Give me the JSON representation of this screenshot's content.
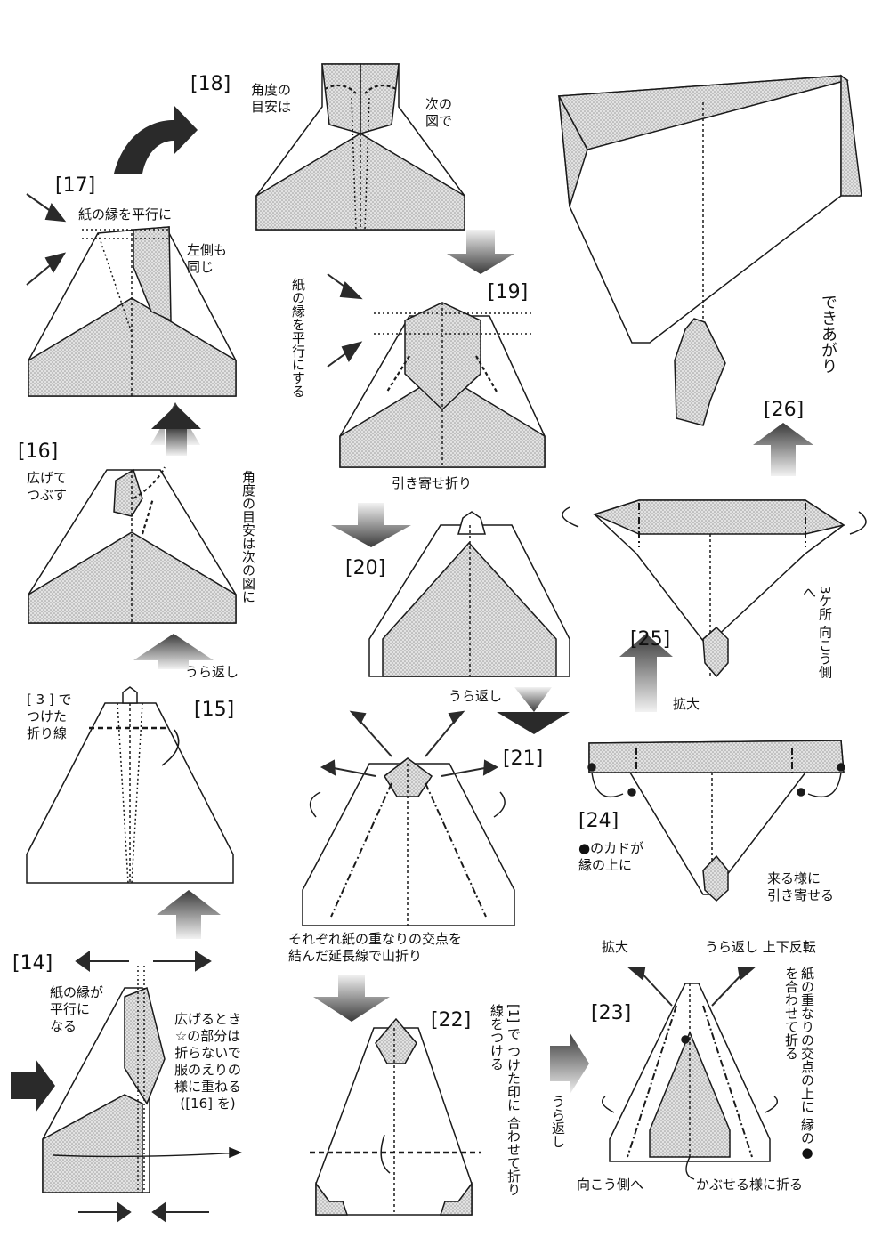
{
  "steps": {
    "s14": {
      "num": "[14]",
      "edge_parallel": "紙の縁が\n平行に\nなる",
      "when_open": "広げるとき\n☆の部分は\n折らないで\n服のえりの\n様に重ねる\n([16] を)"
    },
    "s15": {
      "num": "[15]",
      "crease_ref": "[ 3 ] で\nつけた\n折り線"
    },
    "s16": {
      "num": "[16]",
      "open_squash": "広げて\nつぶす",
      "angle_hint": "角度の目安は次の図に",
      "flip": "うら返し"
    },
    "s17": {
      "num": "[17]",
      "edge_parallel": "紙の縁を平行に",
      "left_same": "左側も\n同じ"
    },
    "s18": {
      "num": "[18]",
      "angle_hint": "角度の\n目安は",
      "next_fig": "次の\n図で"
    },
    "s19": {
      "num": "[19]",
      "edge_parallel_do": "紙の縁を平行にする",
      "pull_fold": "引き寄せ折り"
    },
    "s20": {
      "num": "[20]",
      "flip": "うら返し"
    },
    "s21": {
      "num": "[21]",
      "mountain_fold": "それぞれ紙の重なりの交点を\n結んだ延長線で山折り"
    },
    "s22": {
      "num": "[22]",
      "crease": "[1] で つけた印に 合わせて折り線をつける"
    },
    "s23": {
      "num": "[23]",
      "flip": "うら返し",
      "fold_to_dot": "紙の重なりの交点の上に 縁の●を合わせて折る",
      "behind": "向こう側へ",
      "cover_fold": "かぶせる様に折る"
    },
    "s24": {
      "num": "[24]",
      "corner_on_edge": "●のカドが\n縁の上に",
      "pull_in": "来る様に\n引き寄せる",
      "enlarge": "拡大",
      "flip_rotate": "うら返し 上下反転"
    },
    "s25": {
      "num": "[25]",
      "three_behind": "3ケ所 向こう側へ",
      "enlarge": "拡大"
    },
    "s26": {
      "num": "[26]",
      "done": "できあがり"
    }
  },
  "colors": {
    "paper_shade": "#cfcfcf",
    "line": "#1a1a1a",
    "arrow_dark": "#2a2a2a"
  }
}
